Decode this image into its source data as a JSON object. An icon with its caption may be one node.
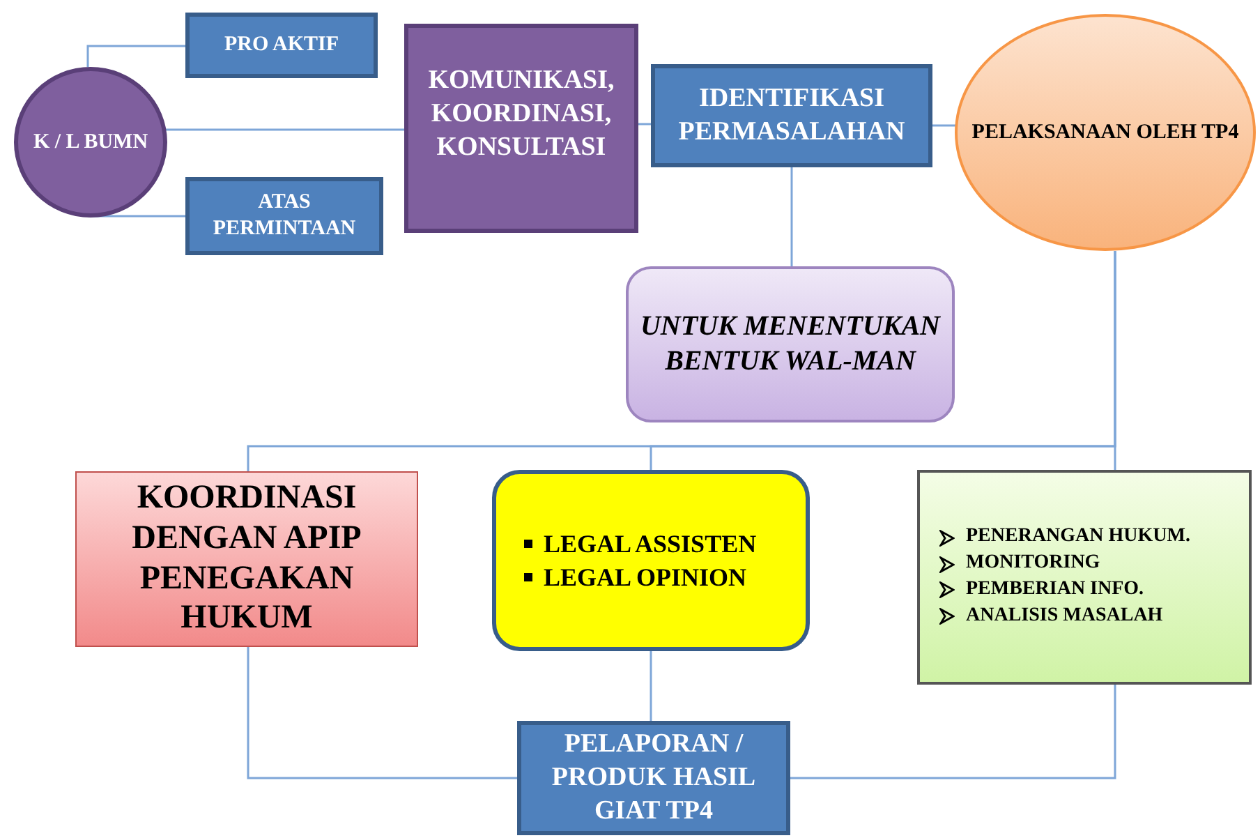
{
  "diagram": {
    "nodes": [
      {
        "text": [
          "K / L BUMN"
        ]
      },
      {
        "text": [
          "PRO AKTIF"
        ]
      },
      {
        "text": [
          "ATAS PERMINTAAN"
        ]
      },
      {
        "text": [
          "KOMUNIKASI, KOORDINASI, KONSULTASI"
        ]
      },
      {
        "text": [
          "IDENTIFIKASI PERMASALAHAN"
        ]
      },
      {
        "text": [
          "PELAKSANAAN OLEH TP4"
        ]
      },
      {
        "text": [
          "UNTUK MENENTUKAN BENTUK WAL-MAN"
        ]
      },
      {
        "text": [
          "KOORDINASI DENGAN APIP PENEGAKAN HUKUM"
        ]
      },
      {
        "text": [
          "LEGAL ASSISTEN",
          "LEGAL OPINION"
        ]
      },
      {
        "text": [
          "PENERANGAN HUKUM.",
          "MONITORING",
          "PEMBERIAN INFO.",
          "ANALISIS MASALAH"
        ]
      },
      {
        "text": [
          "PELAPORAN / PRODUK HASIL GIAT TP4"
        ]
      }
    ],
    "edges": [
      {
        "from": 0,
        "to": 1,
        "arrow": "none"
      },
      {
        "from": 0,
        "to": 2,
        "arrow": "none"
      },
      {
        "from": 0,
        "to": 3,
        "arrow": "none"
      },
      {
        "from": 3,
        "to": 4,
        "arrow": "none"
      },
      {
        "from": 4,
        "to": 5,
        "arrow": "none"
      },
      {
        "from": 4,
        "to": 6,
        "arrow": "none"
      },
      {
        "from": 5,
        "to": 7,
        "arrow": "none"
      },
      {
        "from": 5,
        "to": 8,
        "arrow": "none"
      },
      {
        "from": 5,
        "to": 9,
        "arrow": "none"
      },
      {
        "from": 7,
        "to": 10,
        "arrow": "none"
      },
      {
        "from": 8,
        "to": 10,
        "arrow": "none"
      },
      {
        "from": 9,
        "to": 10,
        "arrow": "none"
      }
    ]
  }
}
